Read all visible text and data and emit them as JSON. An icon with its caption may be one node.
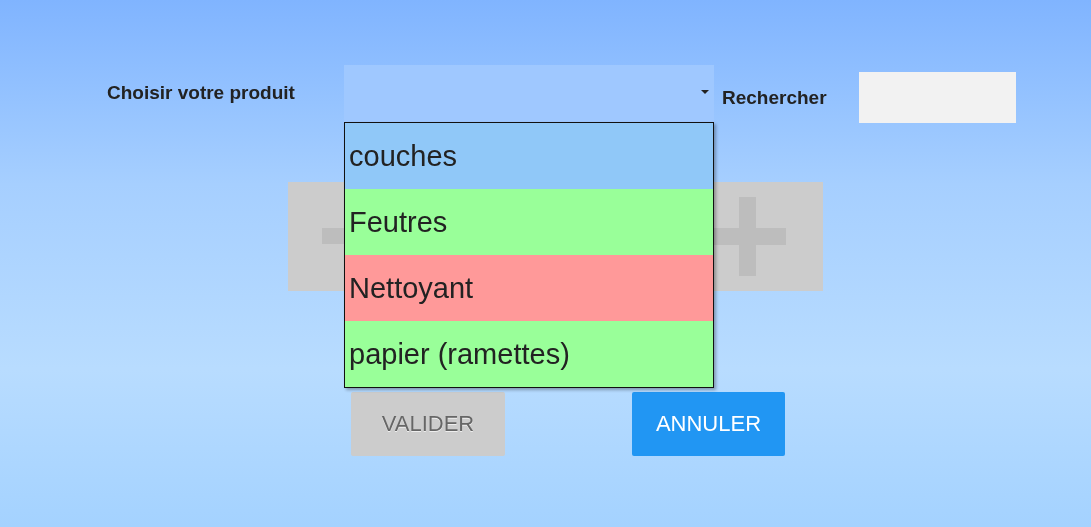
{
  "diagram": {
    "labels": [
      "Choisir votre produit",
      "Rechercher",
      "couches",
      "Feutres",
      "Nettoyant",
      "papier (ramettes)",
      "VALIDER",
      "ANNULER"
    ]
  }
}
